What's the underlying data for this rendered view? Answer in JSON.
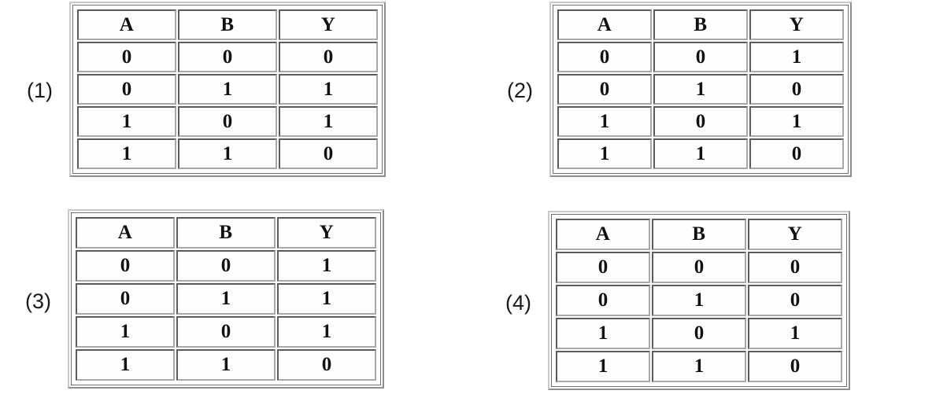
{
  "page": {
    "background_color": "#ffffff",
    "description": "Four two-input logic-gate truth tables labelled (1) to (4)"
  },
  "style": {
    "text_color": "#111111",
    "cell_border_dark": "#5b5b5b",
    "cell_border_light": "#a8a8a8",
    "frame_border": "#6f6f6f",
    "cell_background": "#fefefe"
  },
  "tables": [
    {
      "label": "(1)",
      "columns": [
        "A",
        "B",
        "Y"
      ],
      "rows": [
        [
          "0",
          "0",
          "0"
        ],
        [
          "0",
          "1",
          "1"
        ],
        [
          "1",
          "0",
          "1"
        ],
        [
          "1",
          "1",
          "0"
        ]
      ]
    },
    {
      "label": "(2)",
      "columns": [
        "A",
        "B",
        "Y"
      ],
      "rows": [
        [
          "0",
          "0",
          "1"
        ],
        [
          "0",
          "1",
          "0"
        ],
        [
          "1",
          "0",
          "1"
        ],
        [
          "1",
          "1",
          "0"
        ]
      ]
    },
    {
      "label": "(3)",
      "columns": [
        "A",
        "B",
        "Y"
      ],
      "rows": [
        [
          "0",
          "0",
          "1"
        ],
        [
          "0",
          "1",
          "1"
        ],
        [
          "1",
          "0",
          "1"
        ],
        [
          "1",
          "1",
          "0"
        ]
      ]
    },
    {
      "label": "(4)",
      "columns": [
        "A",
        "B",
        "Y"
      ],
      "rows": [
        [
          "0",
          "0",
          "0"
        ],
        [
          "0",
          "1",
          "0"
        ],
        [
          "1",
          "0",
          "1"
        ],
        [
          "1",
          "1",
          "0"
        ]
      ]
    }
  ]
}
